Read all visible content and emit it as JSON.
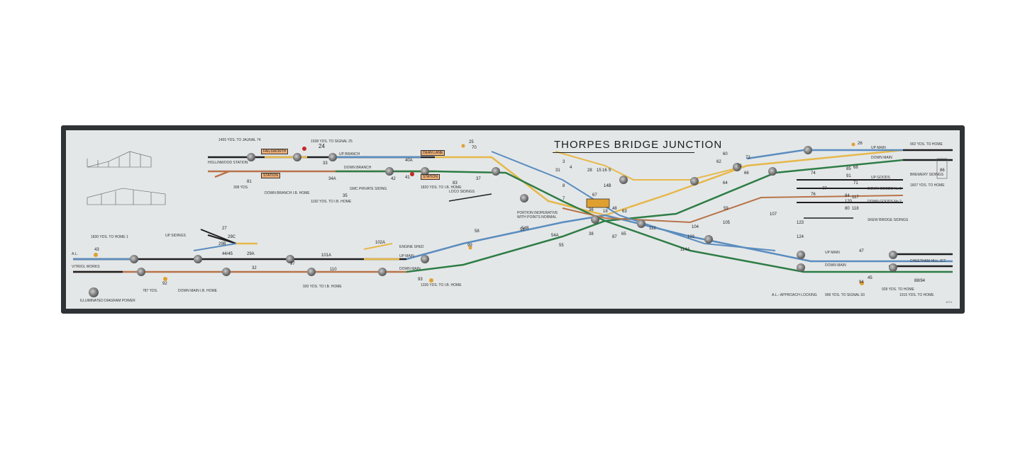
{
  "title": "THORPES BRIDGE JUNCTION",
  "colors": {
    "frame": "#2f3336",
    "panel": "#e4e7e8",
    "line_up": "#5b8dbf",
    "line_down": "#2e7d46",
    "line_goods": "#b8744a",
    "line_yellow": "#e6b84a",
    "line_black": "#1f1f1f",
    "plate": "#f2b27a",
    "lamp_red": "#c62828",
    "lamp_amber": "#e0a030"
  },
  "labels": {
    "hollinwood_station": "HOLLINWOOD STATION",
    "failsworth": "FAILSWORTH",
    "station_left": "STATION",
    "up_branch": "UP BRANCH",
    "down_branch": "DOWN BRANCH",
    "dean_lane": "DEAN LANE",
    "station_right": "STATION",
    "gmc_private_siding": "GMC PRIVATE SIDING",
    "loco_sidings": "LOCO SIDINGS",
    "up_sidings": "UP SIDINGS",
    "vitriol_works": "VITRIOL WORKS",
    "engine_shed": "ENGINE SHED",
    "up_main_left": "UP MAIN",
    "down_main_left": "DOWN MAIN",
    "up_main_right": "UP MAIN",
    "down_main_right": "DOWN MAIN",
    "up_main_top": "UP MAIN",
    "down_main_top": "DOWN MAIN",
    "up_goods": "UP GOODS",
    "down_goods_1": "DOWN GOODS No.1",
    "down_goods_2": "DOWN GOODS No.2",
    "brewery_sidings": "BREWERY SIDINGS",
    "skew_bridge_sidings": "SKEW BRIDGE SIDINGS",
    "cheetham_hill": "CHEETHAM HILL JCT.",
    "portion_inoperative": "PORTION INOPERATIVE WITH POINTS NORMAL",
    "illuminated_power": "ILLUMINATED DIAGRAM POWER",
    "approach_locking": "A.L.- APPROACH LOCKING",
    "yds_signal_93": "999 YDS. TO SIGNAL 93",
    "jaunal_74": "1455 YDS. TO JAUNAL 74",
    "signal_25": "1938 YDS. TO SIGNAL 25",
    "down_branch_home": "DOWN BRANCH I.B. HOME",
    "yds_308": "308 YDS.",
    "yds_1820": "1820 YDS. TO I.B. HOME",
    "yds_1182": "1182 YDS. TO I.B. HOME",
    "yds_1830": "1830 YDS. TO HOME 1",
    "yds_787": "787 YDS.",
    "down_main_home": "DOWN MAIN I.B. HOME",
    "yds_920": "920 YDS. TO I.B. HOME",
    "yds_1335": "1335 YDS. TO I.B. HOME",
    "yds_902": "902 YDS. TO HOME",
    "yds_1607": "1607 YDS. TO HOME",
    "yds_928": "928 YDS. TO HOME",
    "yds_1015": "1015 YDS. TO HOME",
    "al": "A.L.",
    "panel_code": "1974"
  },
  "numbers": {
    "n24": "24",
    "n33": "33",
    "n35": "35",
    "n34a": "34A",
    "n40a": "40A",
    "n41": "41",
    "n42": "42",
    "n25": "25",
    "n70": "70",
    "n37": "37",
    "n83": "83",
    "n81": "81",
    "n28": "28",
    "n15": "15",
    "n16": "16",
    "n5": "5",
    "n4": "4",
    "n14b": "14B",
    "n67": "67",
    "n36": "36",
    "n18": "18",
    "n48": "48",
    "n63": "63",
    "n38": "38",
    "n87": "87",
    "n65": "65",
    "n60": "60",
    "n62": "62",
    "n66": "66",
    "n72": "72",
    "n73": "73",
    "n64": "64",
    "n74": "74",
    "n76": "76",
    "n77": "77",
    "n84": "84",
    "n80": "80",
    "n59": "59",
    "n104": "104",
    "n105": "105",
    "n107": "107",
    "n103": "103",
    "n112": "112",
    "n114a": "114A",
    "n123": "123",
    "n124": "124",
    "n86": "86",
    "n26": "26",
    "n68": "68",
    "n85": "85",
    "n91": "91",
    "n71": "71",
    "n117": "117",
    "n120": "120",
    "n118": "118",
    "n47": "47",
    "n45": "45",
    "n94": "94",
    "n8894": "88/94",
    "n43": "43",
    "n27": "27",
    "n29c": "29C",
    "n29b": "29B",
    "n29a": "29A",
    "n44_45": "44/45",
    "n32": "32",
    "n97": "97",
    "n101a": "101A",
    "n110": "110",
    "n102a": "102A",
    "n99": "99",
    "n58": "58",
    "n53": "53",
    "n54b": "54B",
    "n54a": "54A",
    "n55": "55",
    "n92": "92",
    "n93": "93",
    "n8": "8",
    "n7": "7",
    "n3": "3",
    "n31": "31"
  }
}
